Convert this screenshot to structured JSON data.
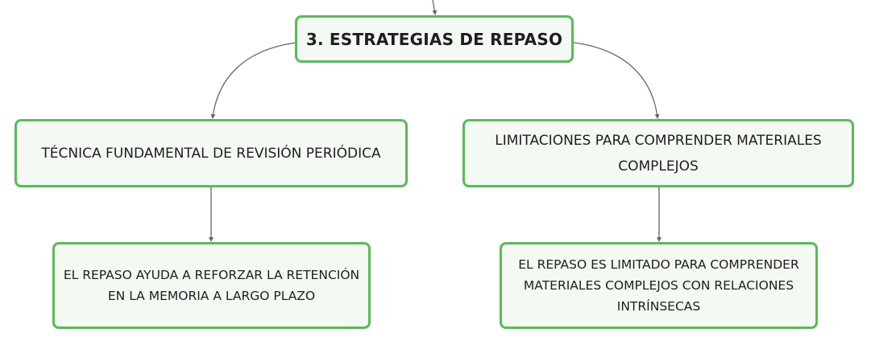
{
  "diagram": {
    "root": {
      "label": "3. ESTRATEGIAS DE REPASO"
    },
    "branches": [
      {
        "label": "TÉCNICA FUNDAMENTAL DE REVISIÓN PERIÓDICA",
        "child": {
          "label": "EL REPASO AYUDA A REFORZAR LA RETENCIÓN EN LA MEMORIA A LARGO PLAZO"
        }
      },
      {
        "label": "LIMITACIONES PARA COMPRENDER MATERIALES COMPLEJOS",
        "child": {
          "label": "EL REPASO ES LIMITADO PARA COMPRENDER MATERIALES COMPLEJOS CON RELACIONES INTRÍNSECAS"
        }
      }
    ],
    "colors": {
      "node_border": "#5cb85c",
      "node_fill": "#f4faf3",
      "connector": "#666666",
      "text": "#1e1e1e"
    },
    "icons": {
      "connector_arrow": "arrowhead-icon"
    }
  }
}
